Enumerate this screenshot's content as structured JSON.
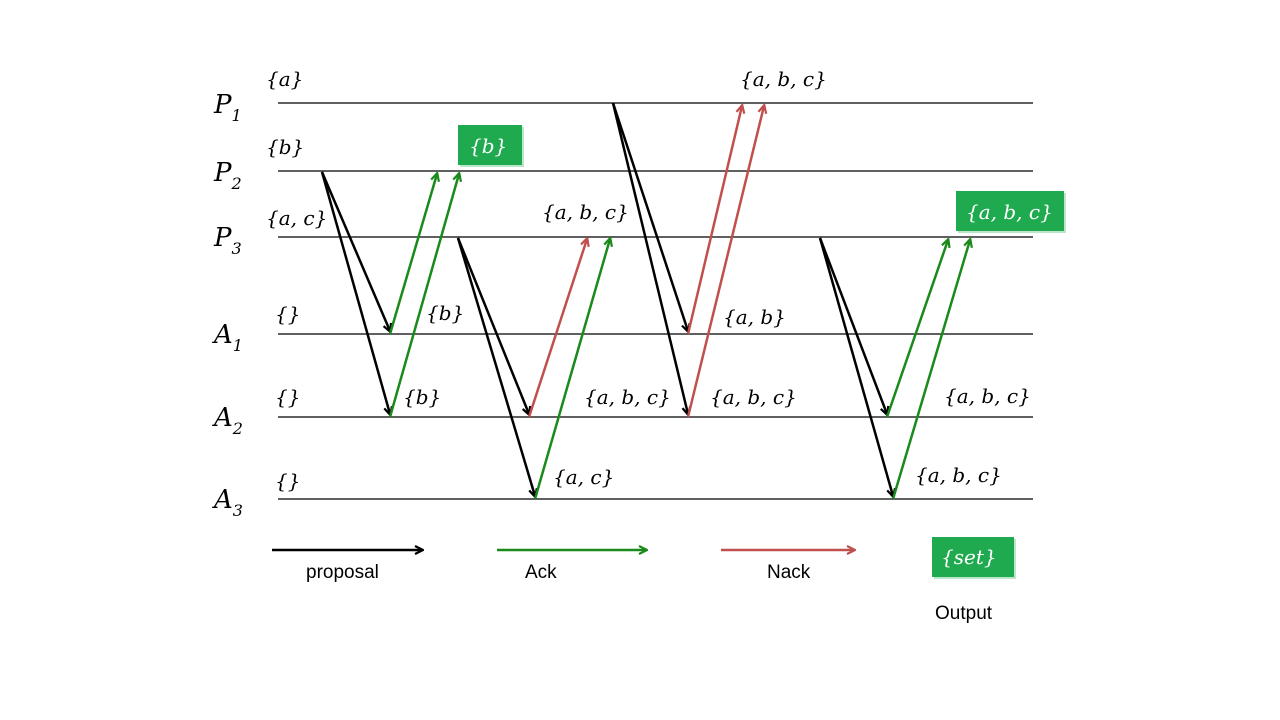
{
  "colors": {
    "proposal": "#000000",
    "ack": "#1a8a1a",
    "nack": "#c0504d",
    "output_box": "#1faa4f",
    "line": "#000000"
  },
  "processes": [
    {
      "id": "P1",
      "letter": "P",
      "sub": "1"
    },
    {
      "id": "P2",
      "letter": "P",
      "sub": "2"
    },
    {
      "id": "P3",
      "letter": "P",
      "sub": "3"
    },
    {
      "id": "A1",
      "letter": "A",
      "sub": "1"
    },
    {
      "id": "A2",
      "letter": "A",
      "sub": "2"
    },
    {
      "id": "A3",
      "letter": "A",
      "sub": "3"
    }
  ],
  "initial_sets": [
    "{a}",
    "{b}",
    "{a, c}",
    "{}",
    "{}",
    "{}"
  ],
  "set_labels": [
    "{a, b, c}",
    "{a, b, c}",
    "{b}",
    "{b}",
    "{a, b, c}",
    "{a, c}",
    "{a, b}",
    "{a, b, c}",
    "{a, b, c}",
    "{a, b, c}"
  ],
  "outputs": [
    "{b}",
    "{a, b, c}"
  ],
  "legend": {
    "proposal": "proposal",
    "ack": "Ack",
    "nack": "Nack",
    "output_sample": "{set}",
    "output": "Output"
  }
}
